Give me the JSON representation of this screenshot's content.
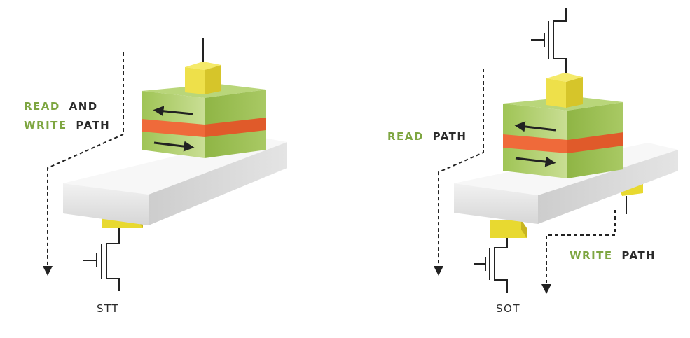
{
  "colors": {
    "accent_green": "#7ea641",
    "label_dark": "#2b2b2b",
    "free_layer": "#a8c860",
    "barrier_orange": "#ef6a3a",
    "contact_yellow": "#eee04a",
    "strip_white": "#eeeeee",
    "line": "#222222"
  },
  "stt": {
    "path_label": {
      "line1": {
        "word1": "READ",
        "word2": "AND"
      },
      "line2": {
        "word1": "WRITE",
        "word2": "PATH"
      }
    },
    "caption": "STT"
  },
  "sot": {
    "read_label": {
      "word1": "READ",
      "word2": "PATH"
    },
    "write_label": {
      "word1": "WRITE",
      "word2": "PATH"
    },
    "caption": "SOT"
  },
  "icons": {
    "magnetization_arrow": "arrow-icon",
    "access_transistor": "transistor-icon",
    "current_path": "dashed-arrow-icon"
  }
}
